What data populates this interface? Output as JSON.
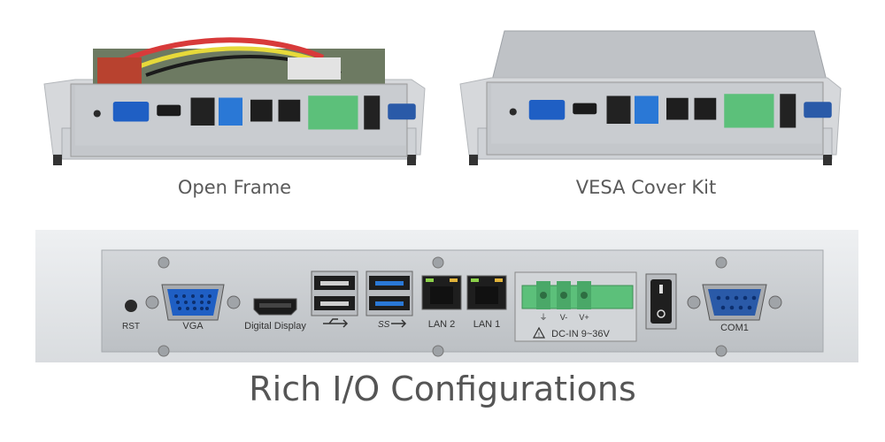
{
  "captions": {
    "open_frame": "Open Frame",
    "vesa_cover_kit": "VESA Cover Kit",
    "main": "Rich I/O Configurations"
  },
  "ports": {
    "rst": "RST",
    "vga": "VGA",
    "digital_display": "Digital Display",
    "lan2": "LAN 2",
    "lan1": "LAN 1",
    "dc_in": "DC-IN 9~36V",
    "com1": "COM1"
  },
  "colors": {
    "vga": "#1f5fc4",
    "com": "#2a5aa8",
    "terminal": "#5cc07a",
    "usb3": "#2a78d6",
    "chassis": "#c9ccd0"
  }
}
